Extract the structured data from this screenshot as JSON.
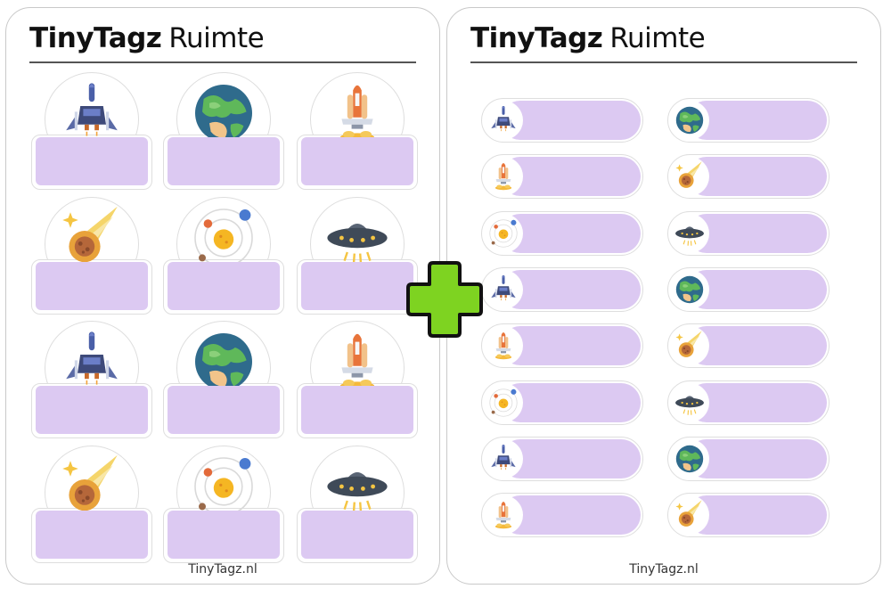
{
  "sheets": [
    {
      "brand": "TinyTagz",
      "subtitle": "Ruimte",
      "footer": "TinyTagz.nl"
    },
    {
      "brand": "TinyTagz",
      "subtitle": "Ruimte",
      "footer": "TinyTagz.nl"
    }
  ],
  "colors": {
    "label_fill": "#dcc9f2",
    "plus_green": "#7ed321"
  },
  "big_labels": [
    "rocket-icon",
    "earth-icon",
    "shuttle-icon",
    "comet-icon",
    "solar-system-icon",
    "ufo-icon",
    "rocket-icon",
    "earth-icon",
    "shuttle-icon",
    "comet-icon",
    "solar-system-icon",
    "ufo-icon"
  ],
  "small_labels": {
    "left_column": [
      "rocket-icon",
      "shuttle-icon",
      "solar-system-icon",
      "rocket-icon",
      "shuttle-icon",
      "solar-system-icon",
      "rocket-icon",
      "shuttle-icon"
    ],
    "right_column": [
      "earth-icon",
      "comet-icon",
      "ufo-icon",
      "earth-icon",
      "comet-icon",
      "ufo-icon",
      "earth-icon",
      "comet-icon"
    ]
  },
  "plus_icon": "plus-icon"
}
